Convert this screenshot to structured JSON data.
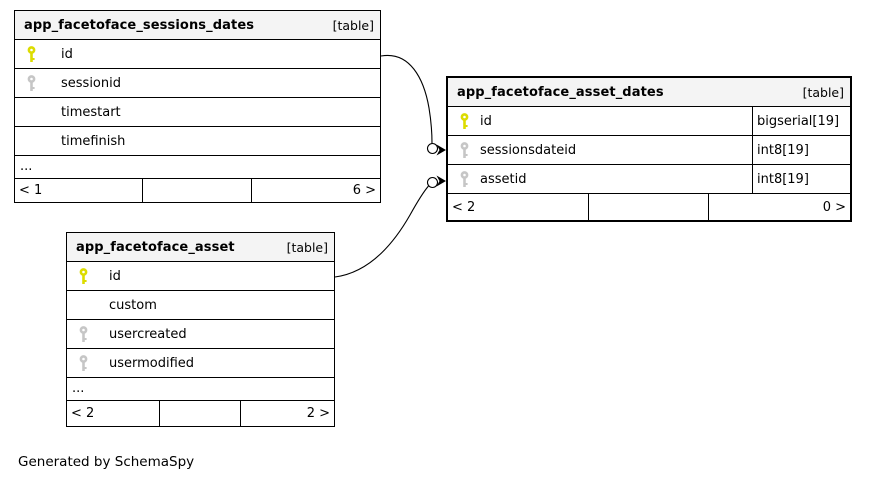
{
  "page": {
    "credit": "Generated by SchemaSpy"
  },
  "colors": {
    "primary_key": "#dcdc00",
    "foreign_key": "#c6c6c6",
    "header_bg": "#f4f4f4",
    "border": "#000000"
  },
  "tables": [
    {
      "title": "app_facetoface_sessions_dates",
      "badge": "[table]",
      "columns": [
        {
          "name": "id",
          "key": "primary"
        },
        {
          "name": "sessionid",
          "key": "foreign"
        },
        {
          "name": "timestart",
          "key": "none"
        },
        {
          "name": "timefinish",
          "key": "none"
        }
      ],
      "truncated": "...",
      "pager": {
        "left": "< 1",
        "mid": "",
        "right": "6 >"
      }
    },
    {
      "title": "app_facetoface_asset_dates",
      "badge": "[table]",
      "columns": [
        {
          "name": "id",
          "key": "primary",
          "type": "bigserial[19]"
        },
        {
          "name": "sessionsdateid",
          "key": "foreign",
          "type": "int8[19]"
        },
        {
          "name": "assetid",
          "key": "foreign",
          "type": "int8[19]"
        }
      ],
      "pager": {
        "left": "< 2",
        "mid": "",
        "right": "0 >"
      }
    },
    {
      "title": "app_facetoface_asset",
      "badge": "[table]",
      "columns": [
        {
          "name": "id",
          "key": "primary"
        },
        {
          "name": "custom",
          "key": "none"
        },
        {
          "name": "usercreated",
          "key": "foreign"
        },
        {
          "name": "usermodified",
          "key": "foreign"
        }
      ],
      "truncated": "...",
      "pager": {
        "left": "< 2",
        "mid": "",
        "right": "2 >"
      }
    }
  ],
  "relationships": [
    {
      "from": "app_facetoface_sessions_dates.id",
      "to": "app_facetoface_asset_dates.sessionsdateid"
    },
    {
      "from": "app_facetoface_asset.id",
      "to": "app_facetoface_asset_dates.assetid"
    }
  ]
}
